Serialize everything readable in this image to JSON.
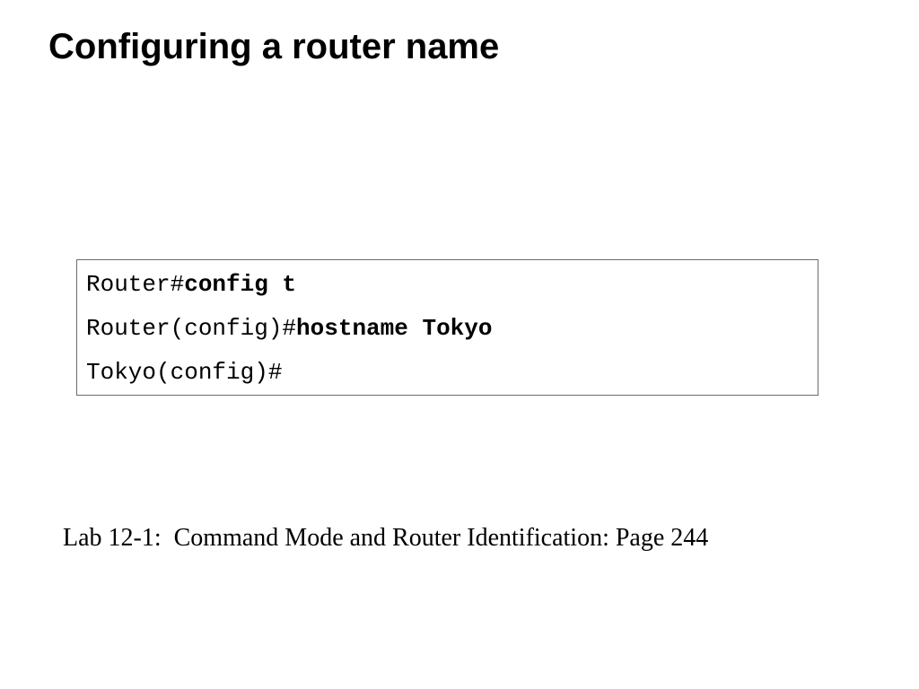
{
  "slide": {
    "title": "Configuring a router name"
  },
  "cli": {
    "lines": [
      {
        "prompt": "Router#",
        "command": "config t"
      },
      {
        "prompt": "Router(config)#",
        "command": "hostname Tokyo"
      },
      {
        "prompt": "Tokyo(config)#",
        "command": ""
      }
    ]
  },
  "footer": {
    "lab_reference": "Lab 12-1:  Command Mode and Router Identification: Page 244"
  }
}
